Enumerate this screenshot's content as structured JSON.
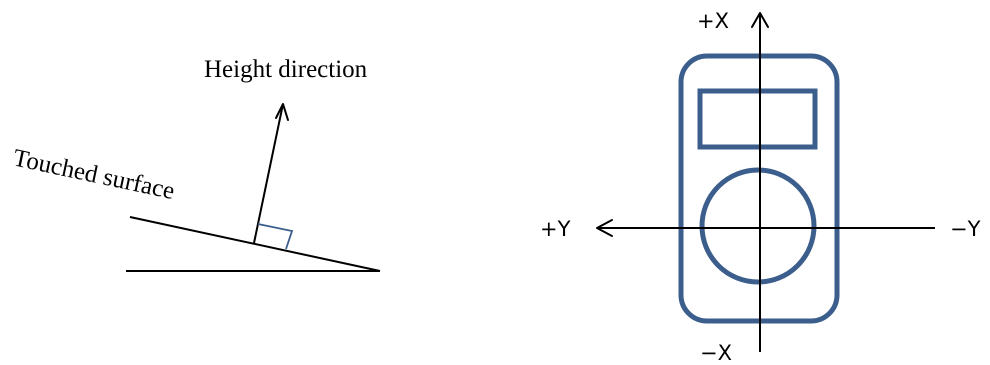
{
  "left_figure": {
    "height_direction_label": "Height direction",
    "touched_surface_label": "Touched surface"
  },
  "right_figure": {
    "plus_x_label": "+X",
    "minus_x_label": "−X",
    "plus_y_label": "+Y",
    "minus_y_label": "−Y"
  },
  "colors": {
    "device_outline": "#3b5e8c",
    "lines": "#000000"
  }
}
